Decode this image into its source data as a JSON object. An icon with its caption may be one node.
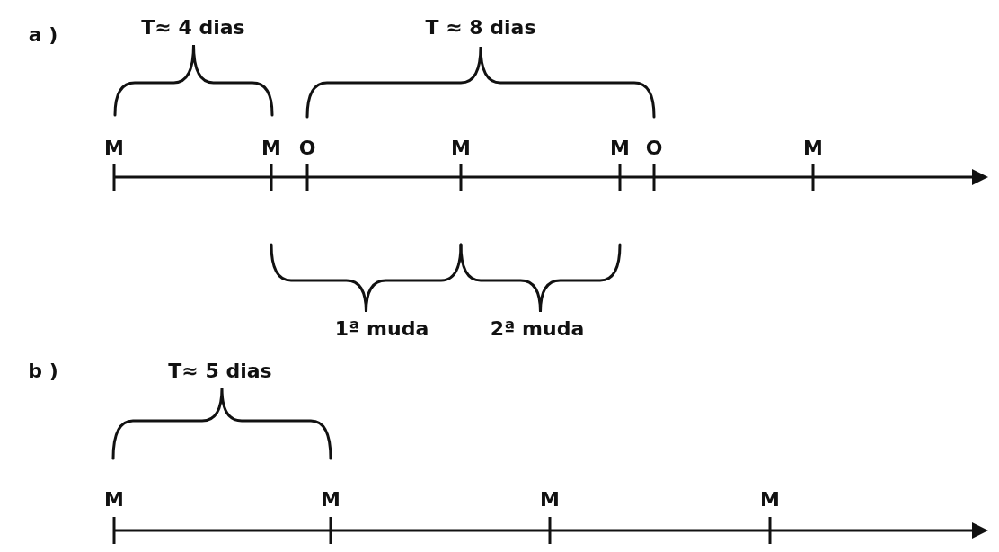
{
  "diagram": {
    "labels": [
      "a )",
      "T≈ 4 dias",
      "T ≈ 8 dias",
      "M",
      "M",
      "O",
      "M",
      "M",
      "O",
      "M",
      "1ª muda",
      "2ª muda",
      "b )",
      "T≈ 5 dias",
      "M",
      "M",
      "M",
      "M"
    ]
  }
}
